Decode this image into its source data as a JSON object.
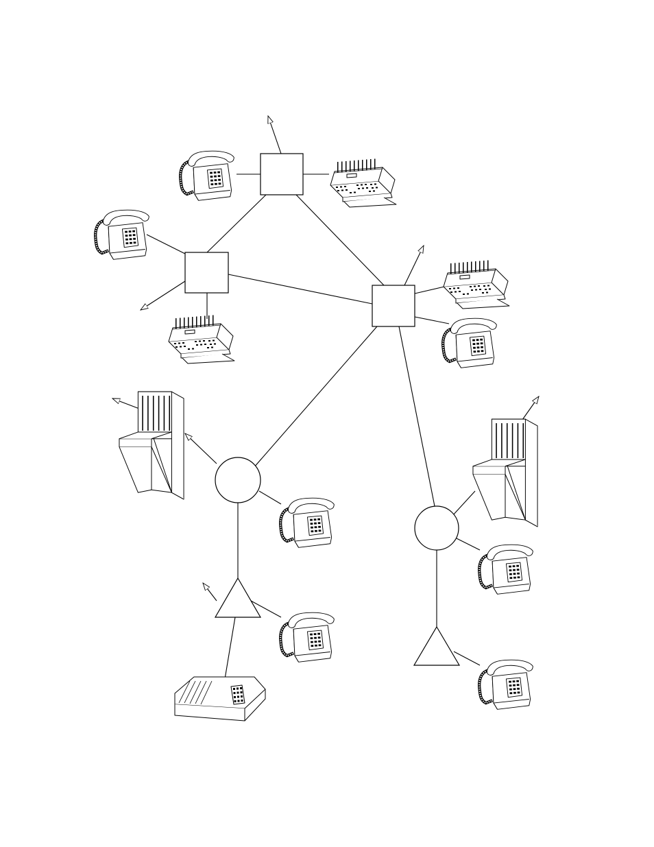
{
  "diagram": {
    "type": "telephone-network",
    "colors": {
      "line": "#000000",
      "background": "#ffffff"
    },
    "nodes": [
      {
        "id": "switch-top",
        "shape": "square"
      },
      {
        "id": "switch-left",
        "shape": "square"
      },
      {
        "id": "switch-right",
        "shape": "square"
      },
      {
        "id": "hub-left",
        "shape": "circle"
      },
      {
        "id": "hub-right",
        "shape": "circle"
      },
      {
        "id": "concentrator-left",
        "shape": "triangle"
      },
      {
        "id": "concentrator-right",
        "shape": "triangle"
      }
    ],
    "devices": [
      {
        "id": "phone-1",
        "icon": "telephone-icon"
      },
      {
        "id": "phone-2",
        "icon": "telephone-icon"
      },
      {
        "id": "phone-3",
        "icon": "telephone-icon"
      },
      {
        "id": "phone-4",
        "icon": "telephone-icon"
      },
      {
        "id": "phone-5",
        "icon": "telephone-icon"
      },
      {
        "id": "phone-6",
        "icon": "telephone-icon"
      },
      {
        "id": "phone-7",
        "icon": "telephone-icon"
      },
      {
        "id": "console-1",
        "icon": "attendant-console-icon"
      },
      {
        "id": "console-2",
        "icon": "attendant-console-icon"
      },
      {
        "id": "console-3",
        "icon": "attendant-console-icon"
      },
      {
        "id": "cabinet-1",
        "icon": "switchboard-cabinet-icon"
      },
      {
        "id": "cabinet-2",
        "icon": "switchboard-cabinet-icon"
      },
      {
        "id": "terminal-1",
        "icon": "data-terminal-icon"
      }
    ],
    "links": [
      [
        "switch-top",
        "switch-left"
      ],
      [
        "switch-top",
        "switch-right"
      ],
      [
        "switch-left",
        "switch-right"
      ],
      [
        "switch-right",
        "hub-left"
      ],
      [
        "switch-right",
        "hub-right"
      ],
      [
        "hub-left",
        "concentrator-left"
      ],
      [
        "hub-right",
        "concentrator-right"
      ]
    ]
  }
}
